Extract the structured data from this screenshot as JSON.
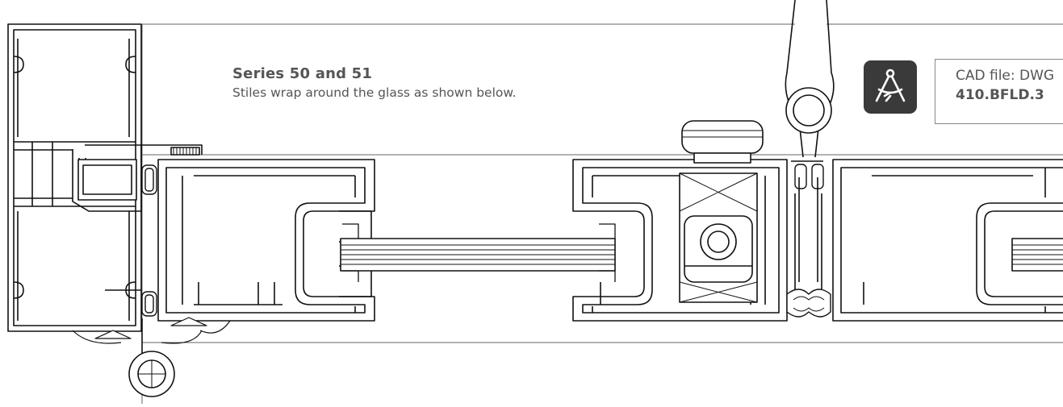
{
  "heading": {
    "title": "Series 50 and 51",
    "subtitle": "Stiles wrap around the glass as shown below."
  },
  "cad": {
    "icon": "drafting-compass-icon",
    "label": "CAD file: DWG",
    "code": "410.BFLD.3"
  },
  "colors": {
    "line": "#111111",
    "thin_line": "#444444",
    "text": "#555555",
    "icon_bg": "#3a3a3a"
  }
}
